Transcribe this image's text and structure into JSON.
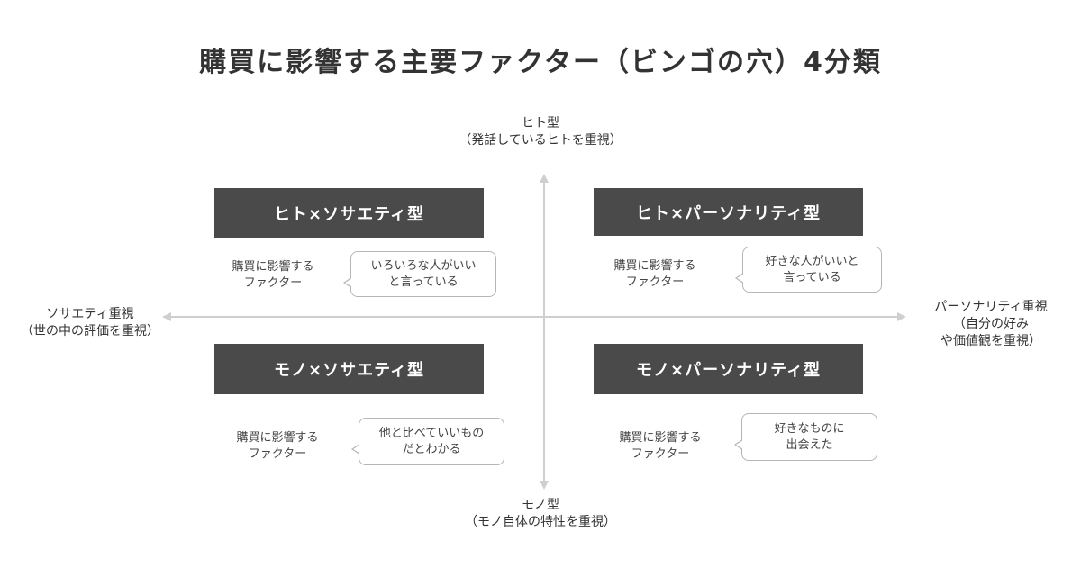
{
  "title": "購買に影響する主要ファクター（ビンゴの穴）4分類",
  "axes": {
    "top": {
      "line1": "ヒト型",
      "line2": "（発話しているヒトを重視）"
    },
    "bottom": {
      "line1": "モノ型",
      "line2": "（モノ自体の特性を重視）"
    },
    "left": {
      "line1": "ソサエティ重視",
      "line2": "（世の中の評価を重視）"
    },
    "right": {
      "line1": "パーソナリティ重視",
      "line2": "（自分の好み",
      "line3": "や価値観を重視）"
    }
  },
  "quadrants": {
    "top_left": {
      "title": "ヒト×ソサエティ型",
      "factor_line1": "購買に影響する",
      "factor_line2": "ファクター",
      "bubble_line1": "いろいろな人がいい",
      "bubble_line2": "と言っている"
    },
    "top_right": {
      "title": "ヒト×パーソナリティ型",
      "factor_line1": "購買に影響する",
      "factor_line2": "ファクター",
      "bubble_line1": "好きな人がいいと",
      "bubble_line2": "言っている"
    },
    "bottom_left": {
      "title": "モノ×ソサエティ型",
      "factor_line1": "購買に影響する",
      "factor_line2": "ファクター",
      "bubble_line1": "他と比べていいもの",
      "bubble_line2": "だとわかる"
    },
    "bottom_right": {
      "title": "モノ×パーソナリティ型",
      "factor_line1": "購買に影響する",
      "factor_line2": "ファクター",
      "bubble_line1": "好きなものに",
      "bubble_line2": "出会えた"
    }
  },
  "colors": {
    "title_box": "#4a4a4a",
    "axis_line": "#cfcfcf",
    "bubble_border": "#b5b5b5"
  }
}
